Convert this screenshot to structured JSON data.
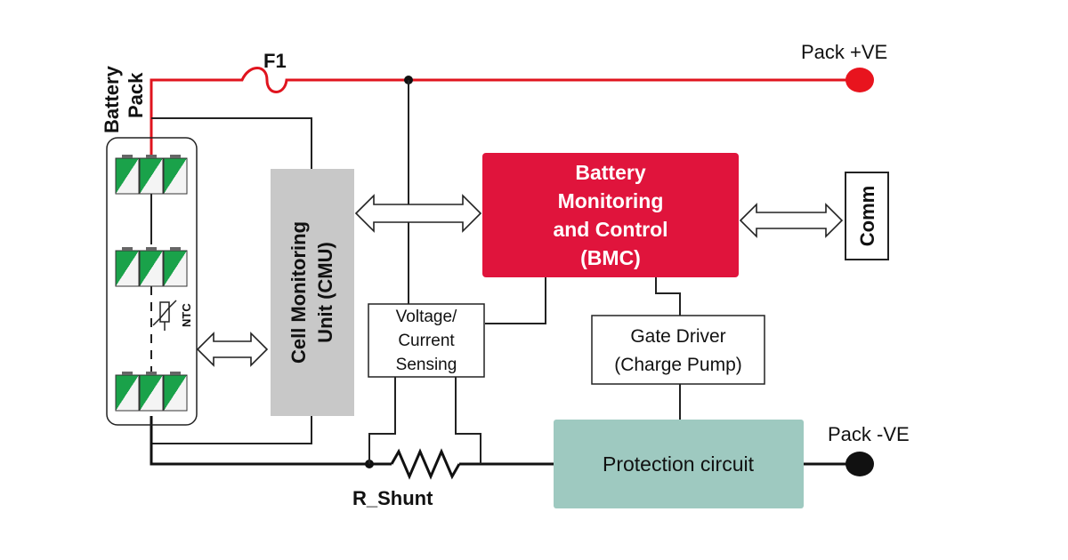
{
  "labels": {
    "battery_pack_line1": "Battery",
    "battery_pack_line2": "Pack",
    "fuse": "F1",
    "pack_pos": "Pack +VE",
    "pack_neg": "Pack -VE",
    "ntc": "NTC",
    "cmu_line1": "Cell Monitoring",
    "cmu_line2": "Unit (CMU)",
    "bmc_line1": "Battery",
    "bmc_line2": "Monitoring",
    "bmc_line3": "and Control",
    "bmc_line4": "(BMC)",
    "comm": "Comm",
    "sensing_line1": "Voltage/",
    "sensing_line2": "Current",
    "sensing_line3": "Sensing",
    "gate_line1": "Gate Driver",
    "gate_line2": "(Charge Pump)",
    "protection": "Protection circuit",
    "shunt": "R_Shunt"
  },
  "colors": {
    "bmc_fill": "#e0143c",
    "cmu_fill": "#c8c8c8",
    "protection_fill": "#9ec9c0",
    "positive_wire": "#e0141e",
    "cell_green": "#1aa24a"
  }
}
